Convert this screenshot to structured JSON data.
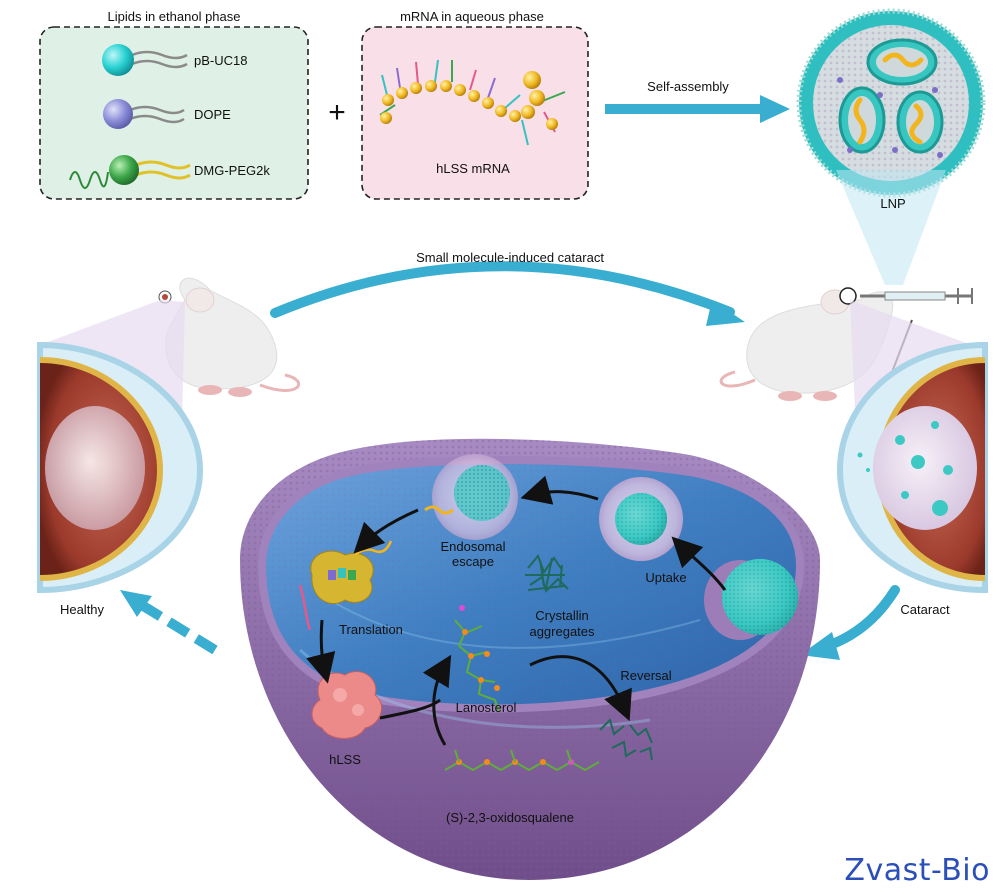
{
  "lipid_box": {
    "title": "Lipids in ethanol phase",
    "items": [
      "pB-UC18",
      "DOPE",
      "DMG-PEG2k"
    ],
    "colors": [
      "#2ad3d3",
      "#8d8ed9",
      "#3ea84a"
    ]
  },
  "plus_sign": "+",
  "mrna_box": {
    "title": "mRNA in aqueous phase",
    "label": "hLSS mRNA"
  },
  "self_assembly": "Self-assembly",
  "lnp_label": "LNP",
  "cataract_induction": "Small molecule-induced cataract",
  "eye_labels": {
    "healthy": "Healthy",
    "cataract": "Cataract"
  },
  "cell_labels": {
    "endosomal_escape": [
      "Endosomal",
      "escape"
    ],
    "uptake": "Uptake",
    "crystallin": [
      "Crystallin",
      "aggregates"
    ],
    "translation": "Translation",
    "lanosterol": "Lanosterol",
    "reversal": "Reversal",
    "hlss": "hLSS",
    "oxidosqualene": "(S)-2,3-oxidosqualene"
  },
  "brand": "Zvast-Bio",
  "colors": {
    "accent": "#3aaed0",
    "membrane": "#8f6aa8",
    "cytoplasm": "#3f7fc2",
    "lnp": "#3cc9c4"
  }
}
